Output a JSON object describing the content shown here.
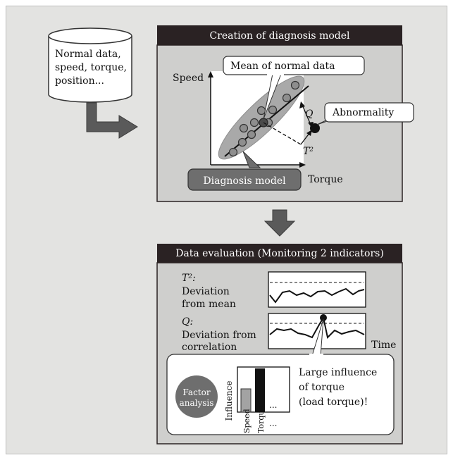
{
  "database": {
    "lines": [
      "Normal data,",
      "speed, torque,",
      "position..."
    ]
  },
  "creation_panel": {
    "title": "Creation of diagnosis model",
    "speed_label": "Speed",
    "torque_label": "Torque",
    "mean_callout": "Mean of normal data",
    "abnormality_callout": "Abnormality",
    "q_label": "Q",
    "t2_label": "T²",
    "diagnosis_model_label": "Diagnosis model"
  },
  "evaluation_panel": {
    "title": "Data evaluation (Monitoring 2 indicators)",
    "t2_indicator": {
      "symbol": "T²:",
      "lines": [
        "Deviation",
        "from mean"
      ]
    },
    "q_indicator": {
      "symbol": "Q:",
      "lines": [
        "Deviation from",
        "correlation"
      ]
    },
    "time_label": "Time",
    "factor_analysis": [
      "Factor",
      "analysis"
    ],
    "influence_label": "Influence",
    "bar_labels": [
      "Speed",
      "Torque",
      "..."
    ],
    "bar_dots": "...",
    "conclusion": [
      "Large influence",
      "of torque",
      "(load torque)!"
    ]
  },
  "colors": {
    "background": "#e3e3e1",
    "panel_title": "#2a2223",
    "panel_body": "#cfcfcd",
    "arrow": "#5a5a5a",
    "dark_label": "#6e6e6e",
    "ellipse": "#a9a9a9"
  }
}
